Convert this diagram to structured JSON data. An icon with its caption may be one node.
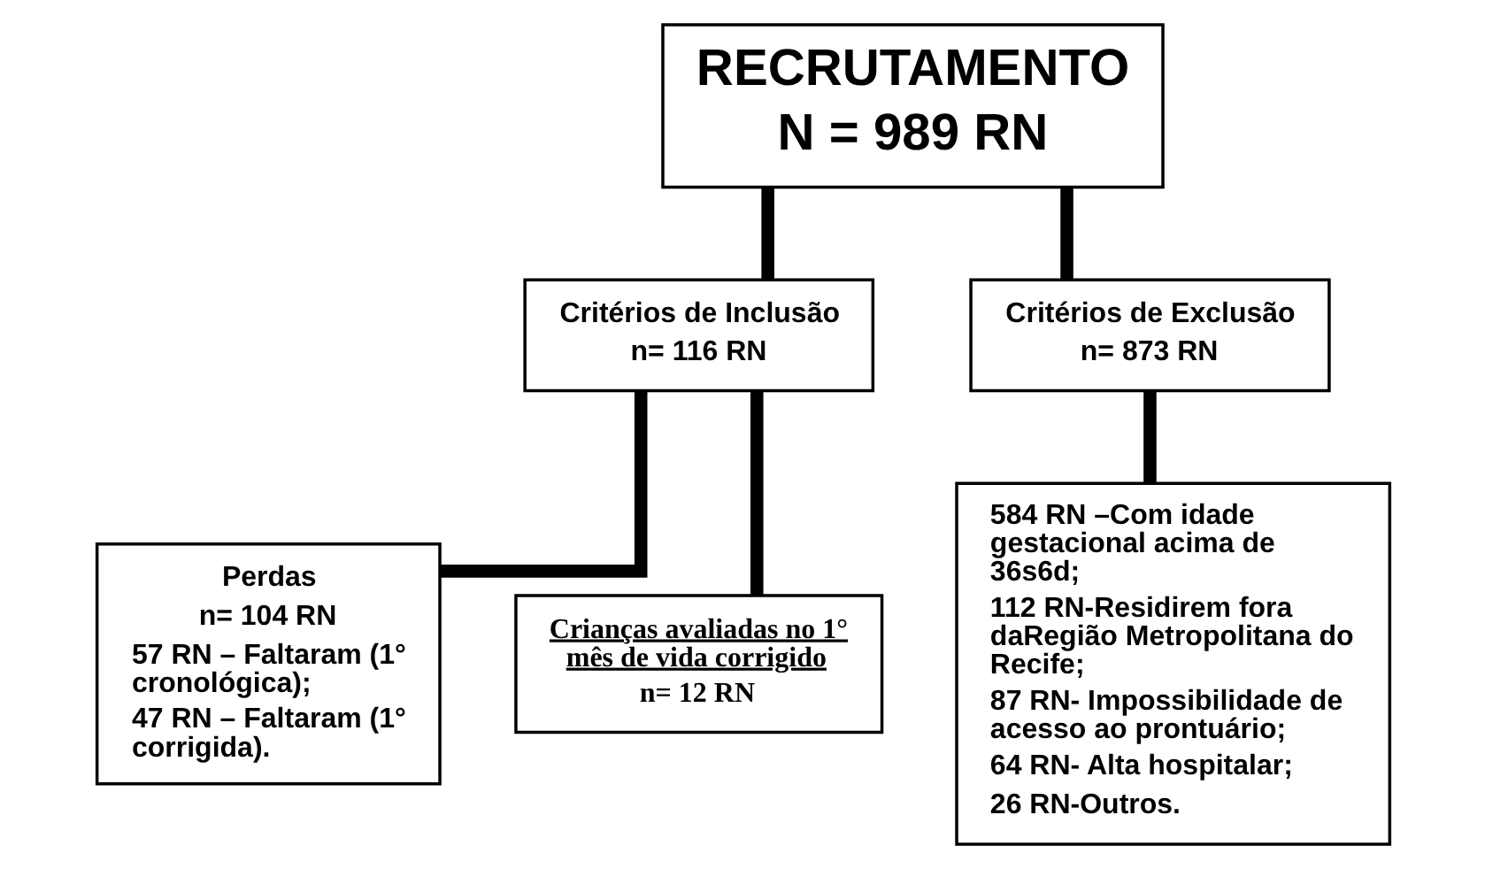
{
  "diagram": {
    "nodes": [
      {
        "text": [
          "RECRUTAMENTO",
          "N = 989 RN"
        ]
      },
      {
        "text": [
          "Critérios de Inclusão",
          "n= 116 RN"
        ]
      },
      {
        "text": [
          "Critérios de Exclusão",
          "n= 873 RN"
        ]
      },
      {
        "text": [
          "Perdas",
          "n= 104 RN",
          "57 RN – Faltaram (1° cronológica);",
          "47 RN – Faltaram (1° corrigida)."
        ]
      },
      {
        "text": [
          "Crianças avaliadas no 1° mês de vida corrigido",
          "n= 12 RN"
        ]
      },
      {
        "text": [
          "584 RN –Com idade gestacional acima de 36s6d;",
          "112 RN-Residirem fora daRegião Metropolitana do Recife;",
          "87 RN- Impossibilidade de acesso ao prontuário;",
          "64 RN- Alta hospitalar;",
          "26 RN-Outros."
        ]
      }
    ],
    "edges": [
      {
        "from": 0,
        "to": 1,
        "arrow": "none"
      },
      {
        "from": 0,
        "to": 2,
        "arrow": "none"
      },
      {
        "from": 1,
        "to": 3,
        "arrow": "none"
      },
      {
        "from": 1,
        "to": 4,
        "arrow": "none"
      },
      {
        "from": 2,
        "to": 5,
        "arrow": "none"
      }
    ]
  }
}
